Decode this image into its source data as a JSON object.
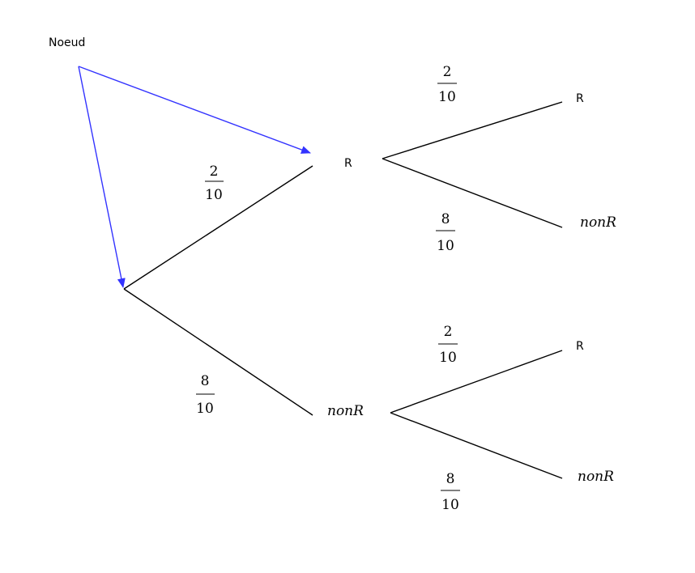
{
  "diagram": {
    "annotation": {
      "label": "Noeud",
      "arrow_color": "#3333ff"
    },
    "nodes": {
      "level1_top": "R",
      "level1_bottom": "nonR",
      "level2_top_top": "R",
      "level2_top_bottom": "nonR",
      "level2_bottom_top": "R",
      "level2_bottom_bottom": "nonR"
    },
    "probabilities": {
      "root_to_top": {
        "num": "2",
        "den": "10"
      },
      "root_to_bottom": {
        "num": "8",
        "den": "10"
      },
      "top_to_top": {
        "num": "2",
        "den": "10"
      },
      "top_to_bottom": {
        "num": "8",
        "den": "10"
      },
      "bottom_to_top": {
        "num": "2",
        "den": "10"
      },
      "bottom_to_bottom": {
        "num": "8",
        "den": "10"
      }
    }
  }
}
